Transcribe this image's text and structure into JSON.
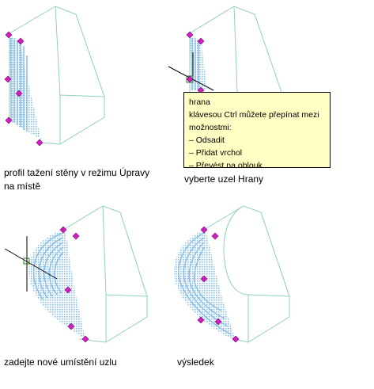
{
  "captions": {
    "step1_line1": "profil tažení stěny v režimu Úpravy",
    "step1_line2": "na místě",
    "step2": "vyberte uzel Hrany",
    "step3": "zadejte nové umístění uzlu",
    "step4": "výsledek"
  },
  "tooltip": {
    "title": "hrana",
    "line1": "klávesou Ctrl můžete přepínat mezi",
    "line2": "možnostmi:",
    "options": [
      "– Odsadit",
      "– Přidat vrchol",
      "– Převést na oblouk"
    ]
  },
  "colors": {
    "wireframe": "#8fd0b8",
    "profile": "#88bfe9",
    "grip": "#d21ec0",
    "tooltip_bg": "#ffffc4"
  }
}
